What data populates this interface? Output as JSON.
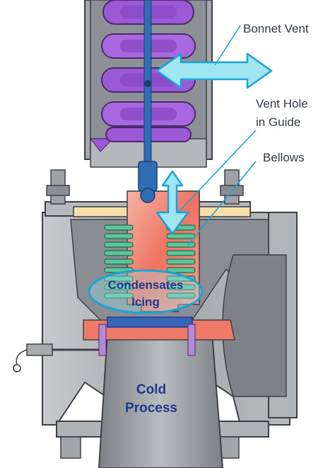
{
  "labels": {
    "bonnet_vent": "Bonnet Vent",
    "vent_hole_line1": "Vent Hole",
    "vent_hole_line2": "in Guide",
    "bellows": "Bellows",
    "condensates": "Condensates",
    "icing": "Icing",
    "cold_line1": "Cold",
    "cold_line2": "Process"
  },
  "colors": {
    "body_gray": "#a7aaad",
    "body_dark": "#5a5e63",
    "cavity": "#8c9095",
    "spring": "#9b59d6",
    "bellows": "#5cc49a",
    "disc": "#f08a7a",
    "guide": "#f4e0a8",
    "stem": "#2f6db5",
    "arrow": "#9fe6f2",
    "callout_line": "#1aa3d8",
    "text_blue": "#1e3a8c"
  }
}
